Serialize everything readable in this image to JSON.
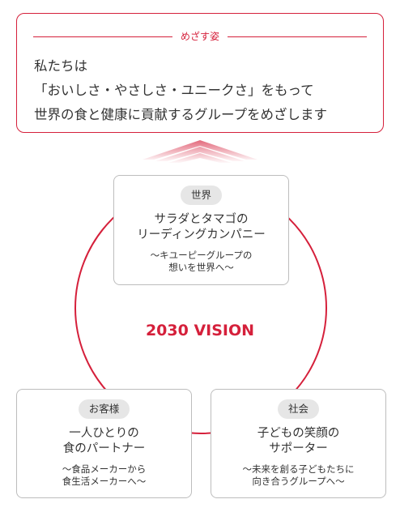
{
  "top": {
    "heading": "めざす姿",
    "lines": [
      "私たちは",
      "「おいしさ・やさしさ・ユニークさ」をもって",
      "世界の食と健康に貢献するグループをめざします"
    ]
  },
  "vision": "2030 VISION",
  "cards": {
    "world": {
      "tag": "世界",
      "title": [
        "サラダとタマゴの",
        "リーディングカンパニー"
      ],
      "sub": [
        "〜キユーピーグループの",
        "想いを世界へ〜"
      ]
    },
    "customer": {
      "tag": "お客様",
      "title": [
        "一人ひとりの",
        "食のパートナー"
      ],
      "sub": [
        "〜食品メーカーから",
        "食生活メーカーへ〜"
      ]
    },
    "society": {
      "tag": "社会",
      "title": [
        "子どもの笑顔の",
        "サポーター"
      ],
      "sub": [
        "〜未来を創る子どもたちに",
        "向き合うグループへ〜"
      ]
    }
  },
  "colors": {
    "accent": "#d5203b",
    "text": "#333333",
    "card_border": "#bdbdbd",
    "pill": "#e6e6e6"
  },
  "icons": {
    "arrow": "upward-chevron-arrow-icon"
  }
}
